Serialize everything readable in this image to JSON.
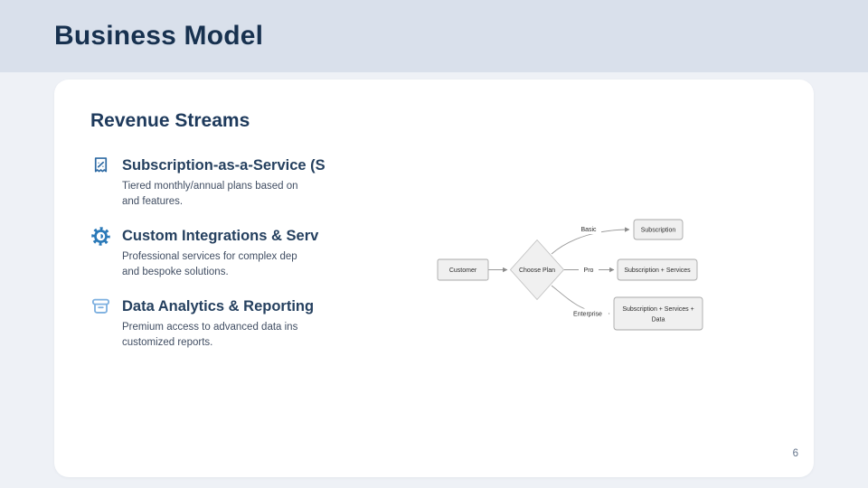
{
  "slide": {
    "title": "Business Model",
    "page_number": "6"
  },
  "content": {
    "heading": "Revenue Streams",
    "items": [
      {
        "icon": "receipt-percent-icon",
        "title": "Subscription-as-a-Service (S",
        "desc_line1": "Tiered monthly/annual plans based on",
        "desc_line2": "and features."
      },
      {
        "icon": "gear-icon",
        "title": "Custom Integrations & Serv",
        "desc_line1": "Professional services for complex dep",
        "desc_line2": "and bespoke solutions."
      },
      {
        "icon": "archive-box-icon",
        "title": "Data Analytics & Reporting",
        "desc_line1": "Premium access to advanced data ins",
        "desc_line2": "customized reports."
      }
    ]
  },
  "flowchart": {
    "nodes": {
      "customer": "Customer",
      "choose_plan": "Choose Plan",
      "subscription": "Subscription",
      "subscription_services": "Subscription + Services",
      "subscription_services_data_line1": "Subscription + Services +",
      "subscription_services_data_line2": "Data"
    },
    "edge_labels": {
      "basic": "Basic",
      "pro": "Pro",
      "enterprise": "Enterprise"
    }
  },
  "colors": {
    "header_band": "#d9e0eb",
    "page_background": "#eef1f6",
    "card_background": "#ffffff",
    "title_text": "#17314f",
    "heading_text": "#1e3a5c",
    "item_title_text": "#25405f",
    "description_text": "#414e63",
    "icon_blue_1": "#2f6ba4",
    "icon_blue_2": "#2a79b8",
    "icon_blue_3": "#7db0e0",
    "flow_node_fill": "#f0f0f0",
    "flow_node_border": "#a9a9a9",
    "flow_edge": "#999999"
  }
}
